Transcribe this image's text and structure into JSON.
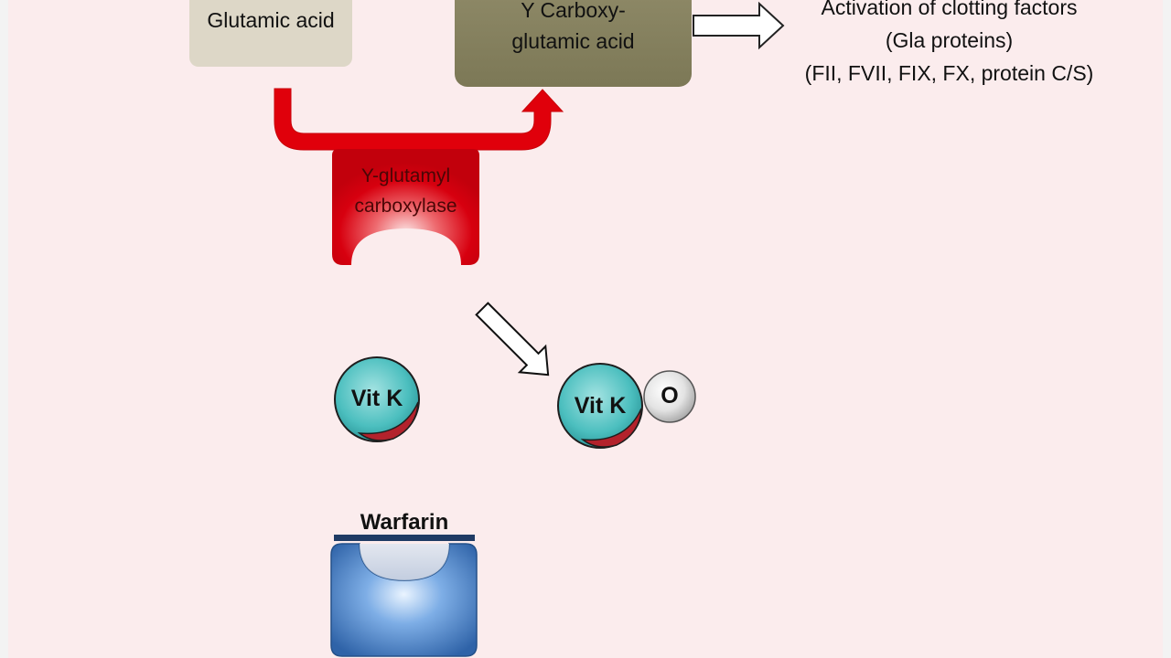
{
  "boxes": {
    "glutamic_acid": "Glutamic acid",
    "gamma_carboxy_line1": "Y Carboxy-",
    "gamma_carboxy_line2": "glutamic acid"
  },
  "activation": {
    "line1": "Activation of clotting factors",
    "line2": "(Gla proteins)",
    "line3": "(FII, FVII, FIX, FX, protein C/S)"
  },
  "enzyme": {
    "line1": "Y-glutamyl",
    "line2": "carboxylase"
  },
  "vitamin_k": {
    "label": "Vit K",
    "oxygen_label": "O"
  },
  "warfarin": {
    "label": "Warfarin"
  },
  "colors": {
    "background": "#fbeced",
    "carboxylase_red": "#d9000f",
    "gla_box": "#837f5d",
    "glutamic_box": "#ddd7c7",
    "vit_k_teal": "#4fc0c0",
    "warfarin_blue": "#4a86cf"
  }
}
